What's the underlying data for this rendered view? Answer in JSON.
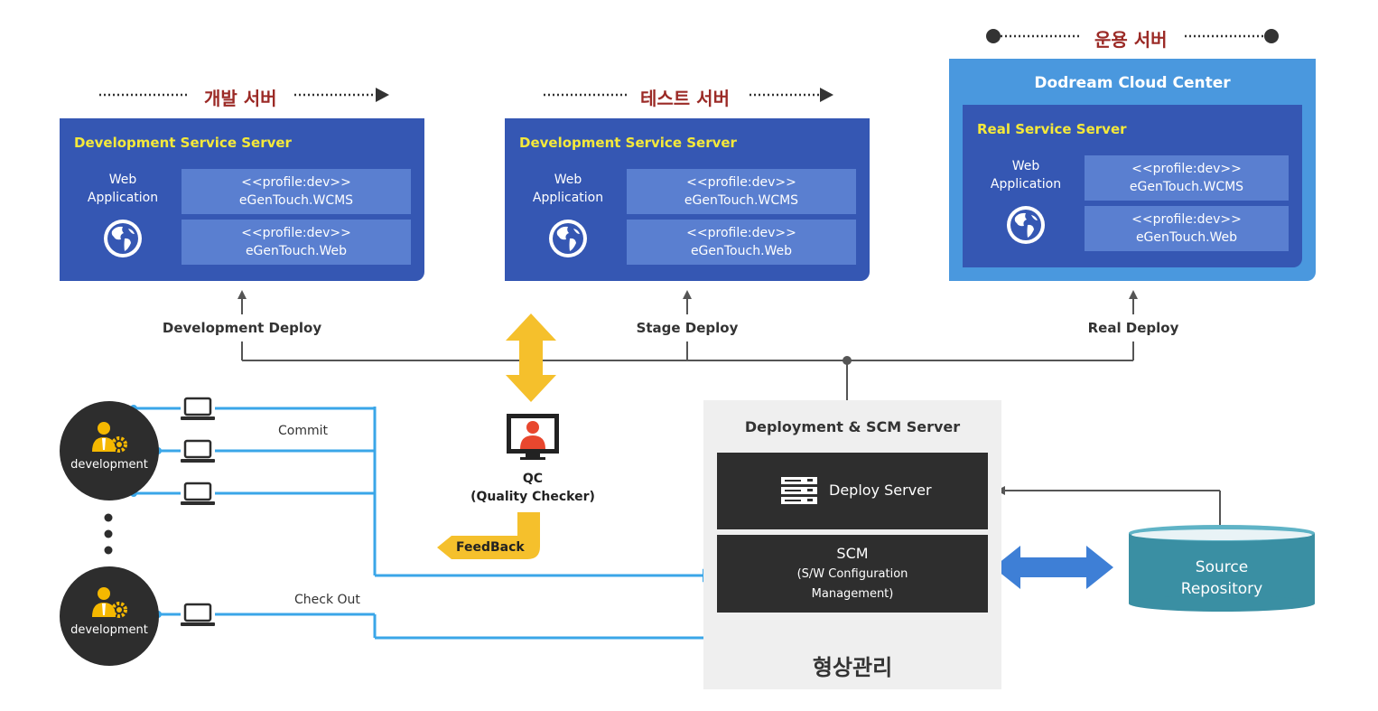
{
  "stages": {
    "dev": {
      "title": "개발 서버"
    },
    "test": {
      "title": "테스트 서버"
    },
    "prod": {
      "title": "운용 서버"
    }
  },
  "servers": [
    {
      "title": "Development Service Server",
      "webapp_line1": "Web",
      "webapp_line2": "Application",
      "profiles": [
        {
          "line1": "<<profile:dev>>",
          "line2": "eGenTouch.WCMS"
        },
        {
          "line1": "<<profile:dev>>",
          "line2": "eGenTouch.Web"
        }
      ],
      "deploy": "Development Deploy"
    },
    {
      "title": "Development Service Server",
      "webapp_line1": "Web",
      "webapp_line2": "Application",
      "profiles": [
        {
          "line1": "<<profile:dev>>",
          "line2": "eGenTouch.WCMS"
        },
        {
          "line1": "<<profile:dev>>",
          "line2": "eGenTouch.Web"
        }
      ],
      "deploy": "Stage Deploy"
    },
    {
      "title": "Real Service Server",
      "webapp_line1": "Web",
      "webapp_line2": "Application",
      "profiles": [
        {
          "line1": "<<profile:dev>>",
          "line2": "eGenTouch.WCMS"
        },
        {
          "line1": "<<profile:dev>>",
          "line2": "eGenTouch.Web"
        }
      ],
      "deploy": "Real Deploy"
    }
  ],
  "cloud": {
    "title": "Dodream Cloud Center"
  },
  "developers": [
    {
      "label": "development"
    },
    {
      "label": "development"
    }
  ],
  "flows": {
    "commit": "Commit",
    "checkout": "Check Out"
  },
  "qc": {
    "line1": "QC",
    "line2": "(Quality Checker)",
    "feedback": "FeedBack"
  },
  "scm_server": {
    "title": "Deployment & SCM Server",
    "deploy_server": "Deploy Server",
    "scm_title": "SCM",
    "scm_line1": "(S/W Configuration",
    "scm_line2": "Management)",
    "footer": "형상관리"
  },
  "repository": {
    "line1": "Source",
    "line2": "Repository"
  },
  "colors": {
    "server_blue": "#3557b3",
    "cell_blue": "#5a7fd0",
    "cloud_blue": "#4a98de",
    "stage_title_red": "#9b2a26",
    "server_title_yellow": "#f5e93a",
    "flow_line_blue": "#3aa6e8",
    "qc_arrow_yellow": "#f5c02c",
    "repo_teal": "#3a8fa3",
    "bidir_arrow_blue": "#3e7fd6"
  }
}
